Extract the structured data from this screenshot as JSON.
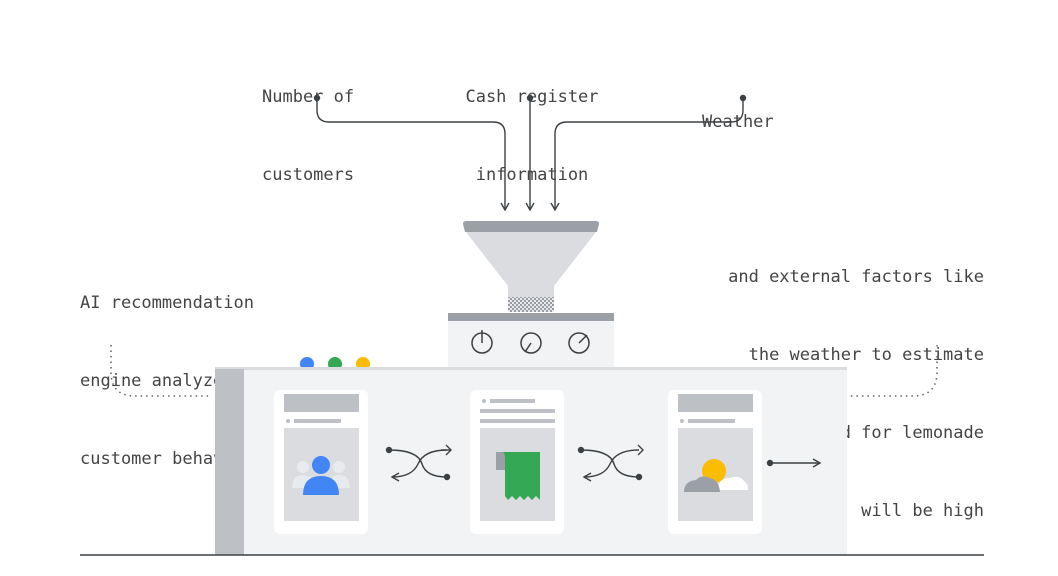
{
  "inputs": {
    "customers": [
      "Number of",
      "customers"
    ],
    "cash_register": [
      "Cash register",
      "information"
    ],
    "weather": [
      "Weather"
    ]
  },
  "captions": {
    "left": [
      "AI recommendation",
      "engine analyzes",
      "customer behavior"
    ],
    "right": [
      "and external factors like",
      "the weather to estimate",
      "when demand for lemonade",
      "will be high"
    ]
  },
  "icons": {
    "dots": [
      "blue-dot-icon",
      "green-dot-icon",
      "yellow-dot-icon"
    ],
    "panel1": "customers-icon",
    "panel2": "receipt-icon",
    "panel3": "sun-cloud-icon",
    "shuffle": "shuffle-arrows-icon"
  },
  "colors": {
    "blue": "#4285f4",
    "green": "#34a853",
    "yellow": "#fbbc04",
    "gray": "#bdc1c6",
    "line": "#3c4043"
  }
}
